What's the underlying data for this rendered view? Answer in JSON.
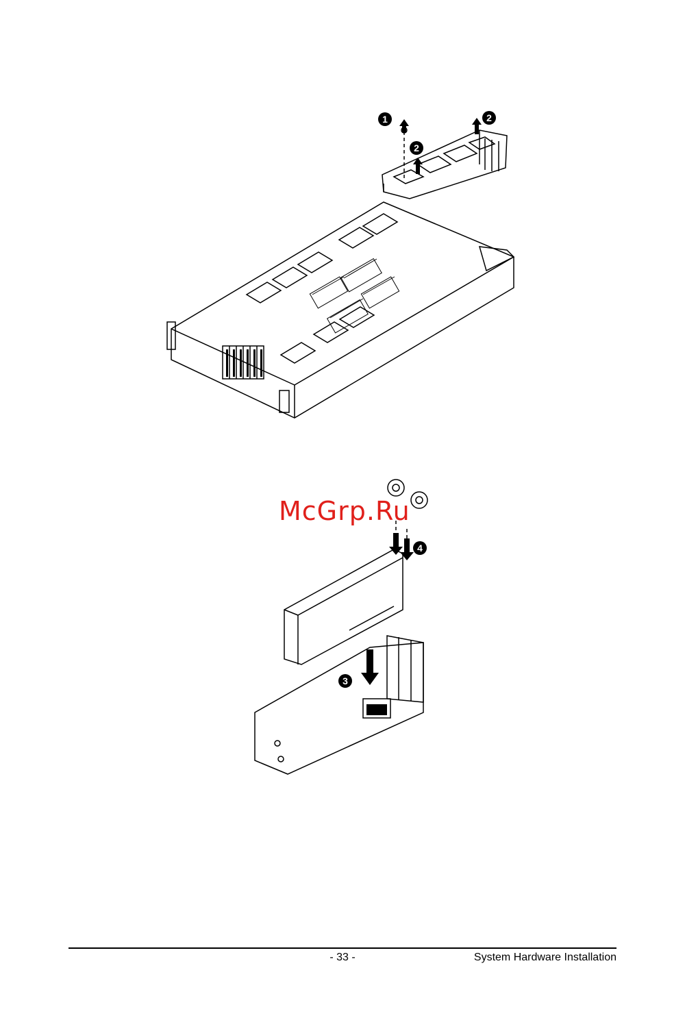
{
  "figures": {
    "top": {
      "callouts": [
        "1",
        "2",
        "2"
      ]
    },
    "bottom": {
      "callouts": [
        "4",
        "3"
      ]
    }
  },
  "watermark": "McGrp.Ru",
  "footer": {
    "page_number": "- 33 -",
    "section_title": "System Hardware Installation"
  },
  "colors": {
    "watermark": "#e0201b",
    "line_art": "#000000",
    "background": "#ffffff"
  }
}
